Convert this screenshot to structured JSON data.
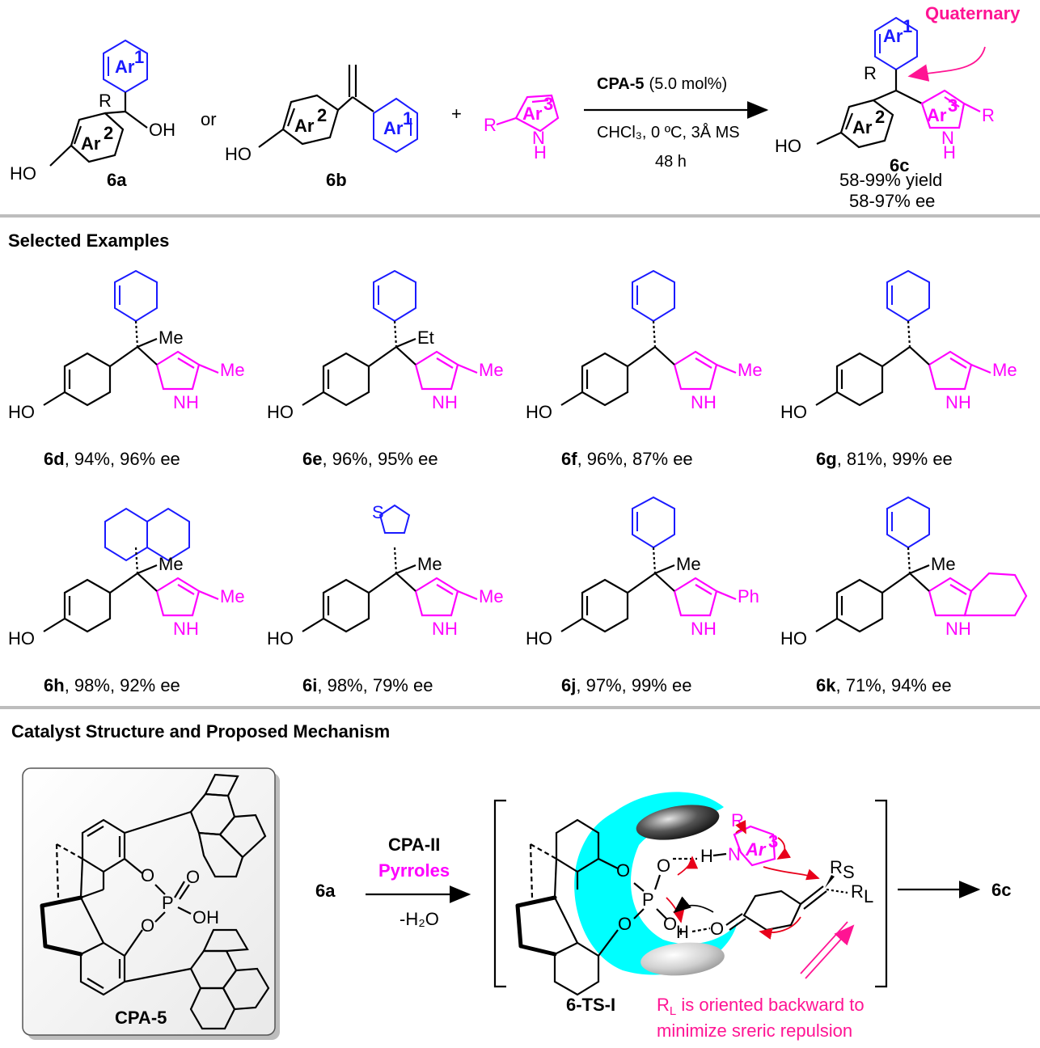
{
  "scheme": {
    "ar1": "Ar",
    "ar2": "Ar",
    "ar3": "Ar",
    "sup1": "1",
    "sup2": "2",
    "sup3": "3",
    "r": "R",
    "oh": "OH",
    "ho": "HO",
    "nh_n": "N",
    "nh_h": "H",
    "or": "or",
    "plus": "+",
    "sm1": "6a",
    "sm2": "6b",
    "product": "6c",
    "quaternary": "Quaternary",
    "catalyst": "CPA-5",
    "loading": "(5.0 mol%)",
    "conditions": "CHCl₃, 0 ºC, 3Å MS",
    "time": "48 h",
    "yield": "58-99% yield",
    "ee": "58-97% ee"
  },
  "examples": {
    "heading": "Selected Examples",
    "items": [
      {
        "id": "6d",
        "rest": ", 94%, 96% ee",
        "alkyl": "Me",
        "sub": "Me"
      },
      {
        "id": "6e",
        "rest": ", 96%, 95% ee",
        "alkyl": "Et",
        "sub": "Me"
      },
      {
        "id": "6f",
        "rest": ", 96%, 87% ee",
        "alkyl": "",
        "sub": "Me"
      },
      {
        "id": "6g",
        "rest": ", 81%, 99% ee",
        "alkyl": "",
        "sub": "Me"
      },
      {
        "id": "6h",
        "rest": ", 98%, 92% ee",
        "alkyl": "Me",
        "sub": "Me"
      },
      {
        "id": "6i",
        "rest": ", 98%, 79% ee",
        "alkyl": "Me",
        "sub": "Me",
        "het": "S"
      },
      {
        "id": "6j",
        "rest": ", 97%, 99% ee",
        "alkyl": "Me",
        "sub": "Ph"
      },
      {
        "id": "6k",
        "rest": ", 71%, 94% ee",
        "alkyl": "Me",
        "sub": ""
      }
    ]
  },
  "mechanism": {
    "heading": "Catalyst Structure and Proposed Mechanism",
    "catalyst_label": "CPA-5",
    "o": "O",
    "p": "P",
    "oh": "OH",
    "h": "H",
    "n": "N",
    "substrate": "6a",
    "reagent1": "CPA-II",
    "reagent2": "Pyrroles",
    "byproduct": "-H₂O",
    "ts_label": "6-TS-I",
    "product": "6c",
    "rs": "R",
    "rs_sub": "S",
    "rl": "R",
    "rl_sub": "L",
    "note_line1": "R",
    "note_line1_sub": "L",
    "note_line1_rest": " is oriented backward to",
    "note_line2": "minimize sreric repulsion"
  },
  "colors": {
    "aryl": "#1a1aff",
    "pyrrole": "#ff00ff",
    "arrow": "#e8001a",
    "annotation": "#ff1493",
    "pocket": "#00ffff",
    "divider": "#bdbdbd"
  }
}
